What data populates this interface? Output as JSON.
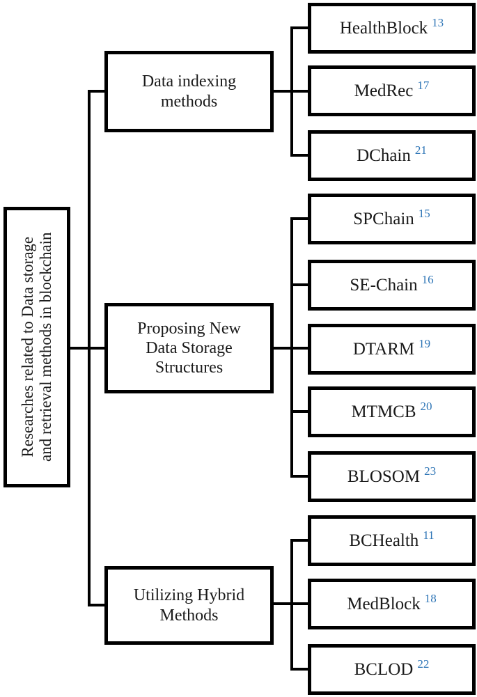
{
  "root": {
    "label": "Researches related to Data storage and retrieval methods in blockchain"
  },
  "branches": [
    {
      "label": "Data indexing methods",
      "children": [
        {
          "name": "HealthBlock",
          "ref": "13"
        },
        {
          "name": "MedRec",
          "ref": "17"
        },
        {
          "name": "DChain",
          "ref": "21"
        }
      ]
    },
    {
      "label": "Proposing New Data Storage Structures",
      "children": [
        {
          "name": "SPChain",
          "ref": "15"
        },
        {
          "name": "SE-Chain",
          "ref": "16"
        },
        {
          "name": "DTARM",
          "ref": "19"
        },
        {
          "name": "MTMCB",
          "ref": "20"
        },
        {
          "name": "BLOSOM",
          "ref": "23"
        }
      ]
    },
    {
      "label": "Utilizing Hybrid Methods",
      "children": [
        {
          "name": "BCHealth",
          "ref": "11"
        },
        {
          "name": "MedBlock",
          "ref": "18"
        },
        {
          "name": "BCLOD",
          "ref": "22"
        }
      ]
    }
  ],
  "colors": {
    "line": "#000000",
    "box_border": "#000000",
    "reference_number": "#2E75B6",
    "background": "#ffffff"
  }
}
